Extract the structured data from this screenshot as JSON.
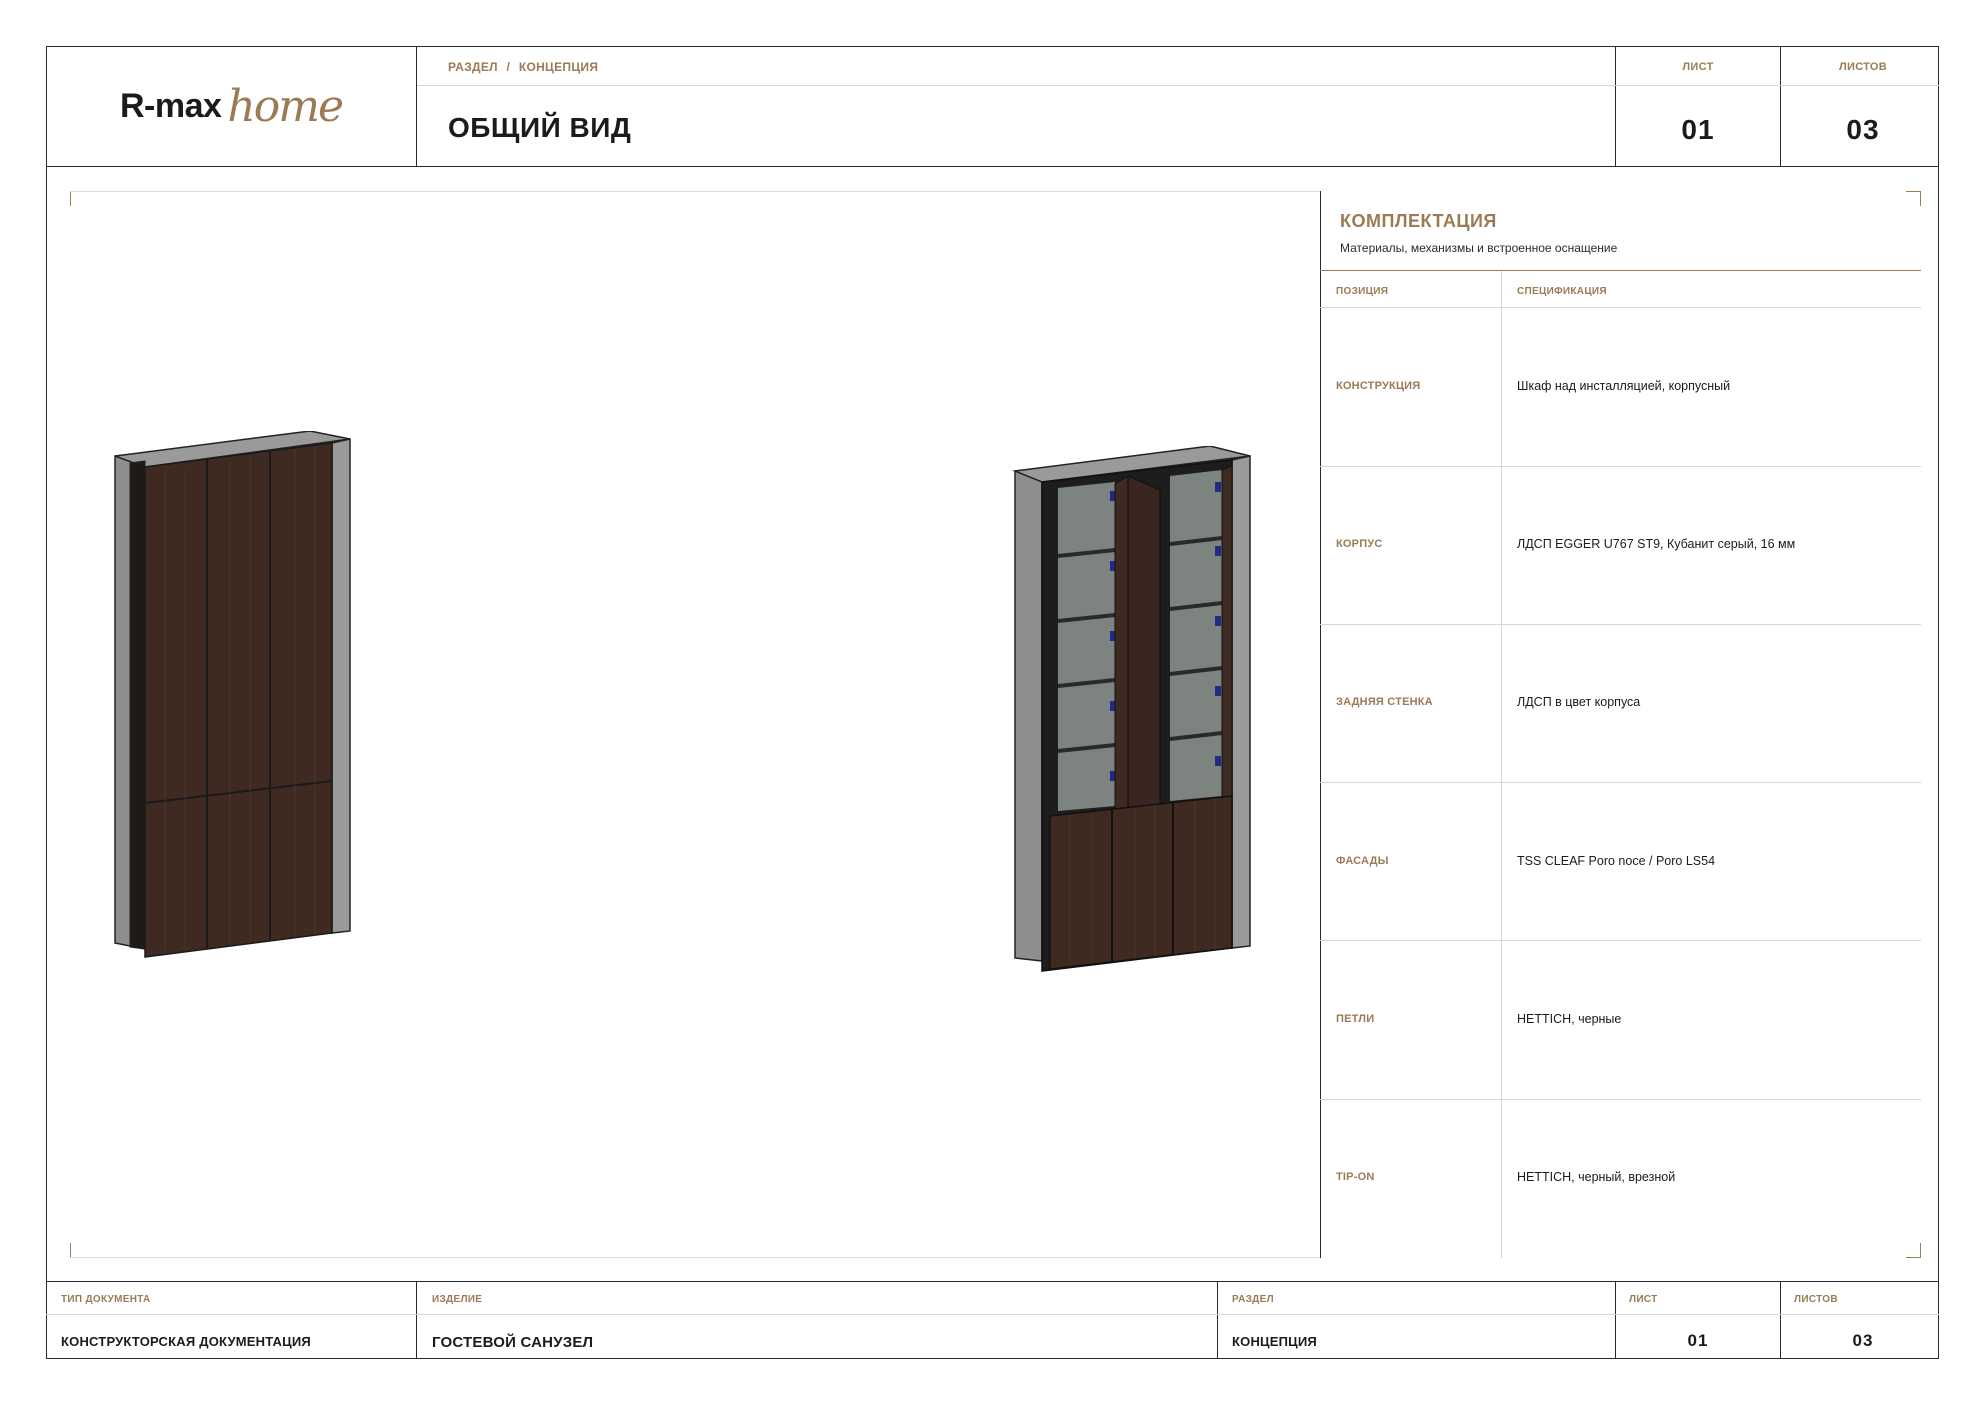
{
  "colors": {
    "accent": "#9a7b55",
    "line": "#2b2b2b",
    "wood": "#3f2a22",
    "frame_grey": "#8c8c8c"
  },
  "header": {
    "logo_main": "R-max",
    "logo_script": "home",
    "section_label": "РАЗДЕЛ",
    "crumb_sep": "/",
    "section_value": "КОНЦЕПЦИЯ",
    "title": "ОБЩИЙ ВИД",
    "sheet_label": "ЛИСТ",
    "sheet_value": "01",
    "sheets_label": "ЛИСТОВ",
    "sheets_value": "03"
  },
  "spec": {
    "title": "КОМПЛЕКТАЦИЯ",
    "subtitle": "Материалы, механизмы и встроенное оснащение",
    "col_position": "ПОЗИЦИЯ",
    "col_spec": "СПЕЦИФИКАЦИЯ",
    "rows": [
      {
        "key": "КОНСТРУКЦИЯ",
        "value": "Шкаф над инсталляцией, корпусный"
      },
      {
        "key": "КОРПУС",
        "value": "ЛДСП EGGER U767 ST9, Кубанит серый, 16 мм"
      },
      {
        "key": "ЗАДНЯЯ СТЕНКА",
        "value": "ЛДСП в цвет корпуса"
      },
      {
        "key": "ФАСАДЫ",
        "value": "TSS CLEAF Poro noce / Poro LS54"
      },
      {
        "key": "ПЕТЛИ",
        "value": "HETTICH, черные"
      },
      {
        "key": "TIP-ON",
        "value": "HETTICH, черный, врезной"
      }
    ]
  },
  "footer": {
    "doc_type_label": "ТИП ДОКУМЕНТА",
    "doc_type_value": "КОНСТРУКТОРСКАЯ ДОКУМЕНТАЦИЯ",
    "product_label": "ИЗДЕЛИЕ",
    "product_value": "ГОСТЕВОЙ САНУЗЕЛ",
    "section_label": "РАЗДЕЛ",
    "section_value": "КОНЦЕПЦИЯ",
    "sheet_label": "ЛИСТ",
    "sheet_value": "01",
    "sheets_label": "ЛИСТОВ",
    "sheets_value": "03"
  }
}
